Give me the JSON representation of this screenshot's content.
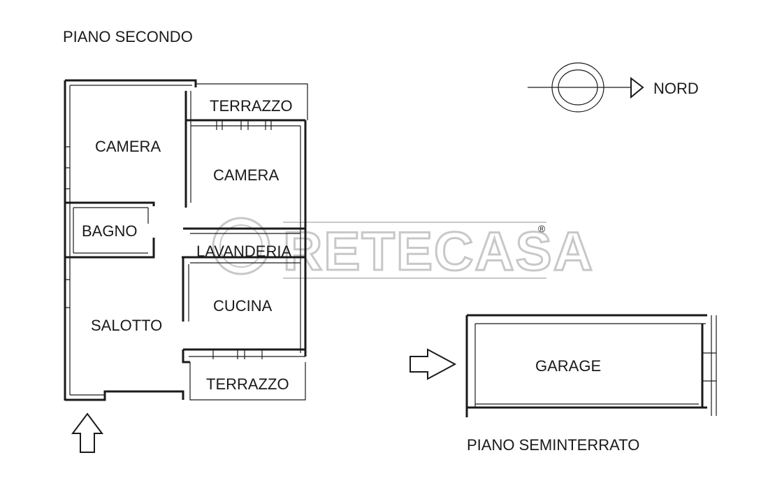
{
  "titles": {
    "upper_floor": "PIANO SECONDO",
    "basement": "PIANO SEMINTERRATO"
  },
  "compass": {
    "label": "NORD"
  },
  "rooms": {
    "camera_1": "CAMERA",
    "camera_2": "CAMERA",
    "terrazzo_top": "TERRAZZO",
    "bagno": "BAGNO",
    "lavanderia": "LAVANDERIA",
    "cucina": "CUCINA",
    "salotto": "SALOTTO",
    "terrazzo_bottom": "TERRAZZO",
    "garage": "GARAGE"
  },
  "watermark": {
    "text": "RETECASA",
    "symbol": "®"
  },
  "colors": {
    "ink": "#1a1a1a",
    "watermark": "#c8c8c8"
  }
}
